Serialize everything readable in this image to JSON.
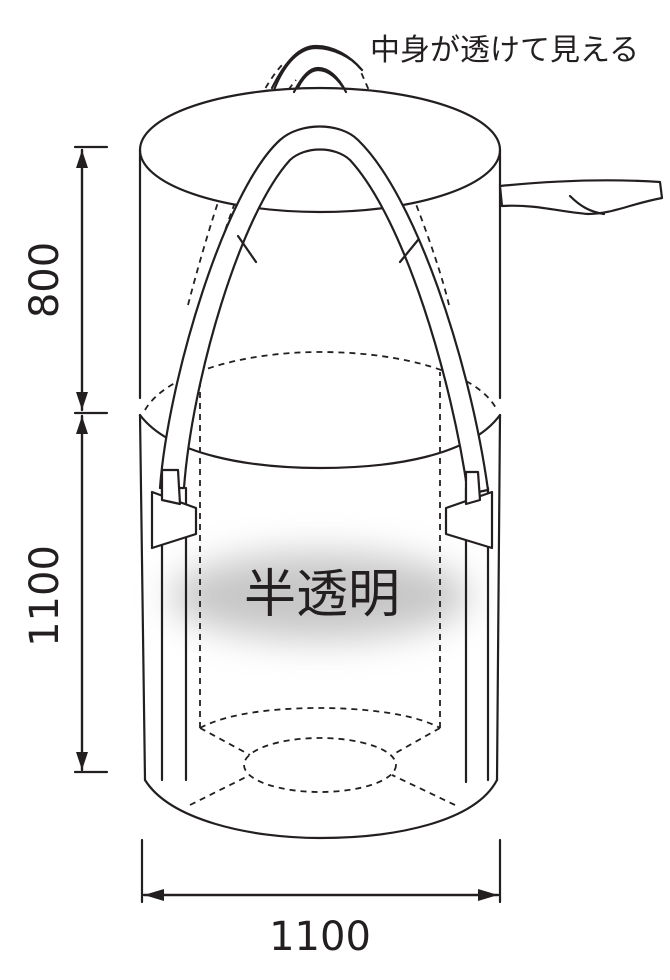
{
  "callout": {
    "text": "中身が透けて見える"
  },
  "center_label": {
    "text": "半透明"
  },
  "dimensions": {
    "top_height": "800",
    "body_height": "1100",
    "width": "1100"
  },
  "colors": {
    "line": "#231f20",
    "haze": "#bdbdbd",
    "background": "#ffffff"
  }
}
